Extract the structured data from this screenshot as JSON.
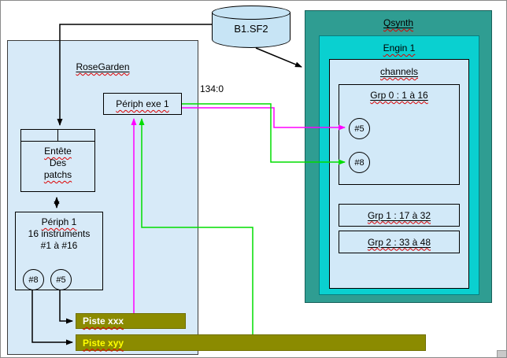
{
  "diagram": {
    "sf2_label": "B1.SF2",
    "wire_label": "134:0"
  },
  "rosegarden": {
    "title": "RoseGarden",
    "periph_exe_label": "Périph exe 1",
    "patch_header_lines": [
      "Entête",
      "Des",
      "patchs"
    ],
    "periph1_lines": [
      "Périph 1",
      "16 instruments",
      "#1 à #16"
    ],
    "periph1_circles": [
      "#8",
      "#5"
    ],
    "tracks": [
      {
        "label": "Piste xxx"
      },
      {
        "label": "Piste xyy"
      }
    ]
  },
  "qsynth": {
    "title": "Qsynth",
    "engine_label": "Engin 1",
    "channels_label": "channels",
    "groups": [
      {
        "label": "Grp 0 : 1 à 16",
        "circles": [
          "#5",
          "#8"
        ]
      },
      {
        "label": "Grp 1 : 17 à 32"
      },
      {
        "label": "Grp 2 : 33 à 48"
      }
    ]
  },
  "colors": {
    "light_blue_fill": "#cfe6f5",
    "rosegarden_fill": "#d7eaf8",
    "qsynth_teal": "#2f9d92",
    "engine_cyan": "#0ad0d0",
    "track_olive": "#8b8b00",
    "track_xxx_text": "#ffffff",
    "track_xyy_text": "#ffff00",
    "wire_magenta": "#ff00ff",
    "wire_green": "#00dd00",
    "wire_black": "#000000"
  }
}
